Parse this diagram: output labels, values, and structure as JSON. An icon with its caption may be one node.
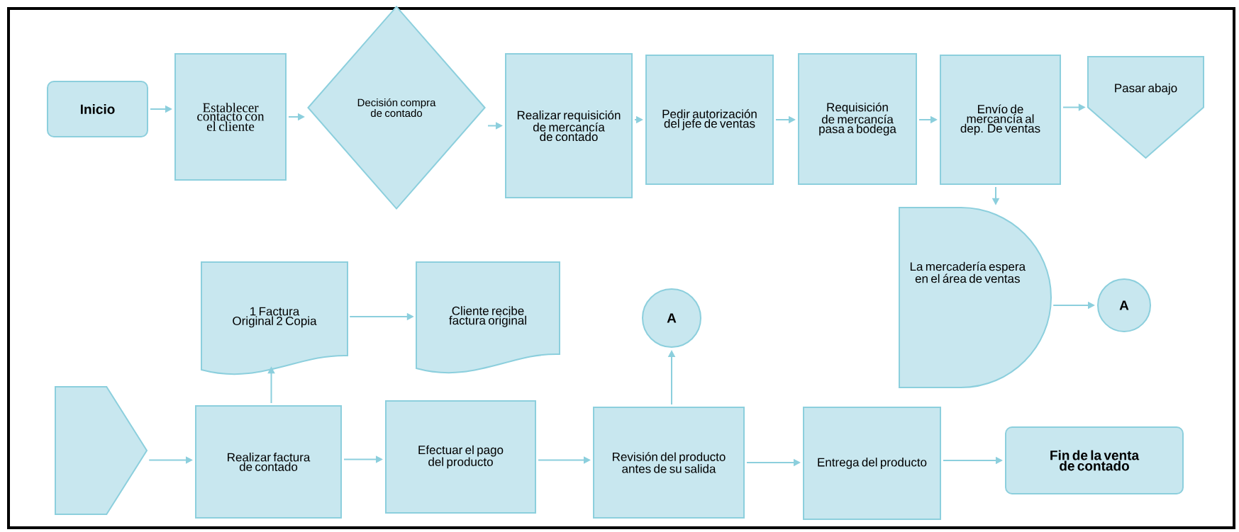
{
  "diagram": {
    "nodes": [
      {
        "text": [
          "Inicio"
        ]
      },
      {
        "text": [
          "Establecer contacto con el cliente"
        ]
      },
      {
        "text": [
          "Decisión compra de contado"
        ]
      },
      {
        "text": [
          "Realizar requisición de mercancía de contado"
        ]
      },
      {
        "text": [
          "Pedir autorización del jefe de ventas"
        ]
      },
      {
        "text": [
          "Requisición de mercancía pasa a bodega"
        ]
      },
      {
        "text": [
          "Envío de mercancía al dep. De ventas"
        ]
      },
      {
        "text": [
          "Pasar abajo"
        ]
      },
      {
        "text": [
          "1 Factura Original 2 Copia"
        ]
      },
      {
        "text": [
          "Cliente recibe factura original"
        ]
      },
      {
        "text": [
          "A"
        ]
      },
      {
        "text": [
          "La mercadería espera en el área de ventas"
        ]
      },
      {
        "text": [
          "A"
        ]
      },
      {
        "text": [],
        "shape": "pentagon"
      },
      {
        "text": [
          "Realizar factura de contado"
        ]
      },
      {
        "text": [
          "Efectuar el pago del producto"
        ]
      },
      {
        "text": [
          "Revisión del producto antes de su salida"
        ]
      },
      {
        "text": [
          "Entrega del producto"
        ]
      },
      {
        "text": [
          "Fin de la venta de contado"
        ]
      }
    ],
    "edges": [
      {
        "from": 0,
        "to": 1,
        "arrow": "to"
      },
      {
        "from": 1,
        "to": 2,
        "arrow": "to"
      },
      {
        "from": 2,
        "to": 3,
        "arrow": "to"
      },
      {
        "from": 3,
        "to": 4,
        "arrow": "to"
      },
      {
        "from": 4,
        "to": 5,
        "arrow": "to"
      },
      {
        "from": 5,
        "to": 6,
        "arrow": "to"
      },
      {
        "from": 6,
        "to": 7,
        "arrow": "to"
      },
      {
        "from": 6,
        "to": 11,
        "arrow": "to"
      },
      {
        "from": 11,
        "to": 12,
        "arrow": "to"
      },
      {
        "from": 13,
        "to": 14,
        "arrow": "to"
      },
      {
        "from": 14,
        "to": 8,
        "arrow": "to"
      },
      {
        "from": 8,
        "to": 9,
        "arrow": "to"
      },
      {
        "from": 14,
        "to": 15,
        "arrow": "to"
      },
      {
        "from": 15,
        "to": 16,
        "arrow": "to"
      },
      {
        "from": 16,
        "to": 10,
        "arrow": "to"
      },
      {
        "from": 16,
        "to": 17,
        "arrow": "to"
      },
      {
        "from": 17,
        "to": 18,
        "arrow": "to"
      }
    ]
  }
}
